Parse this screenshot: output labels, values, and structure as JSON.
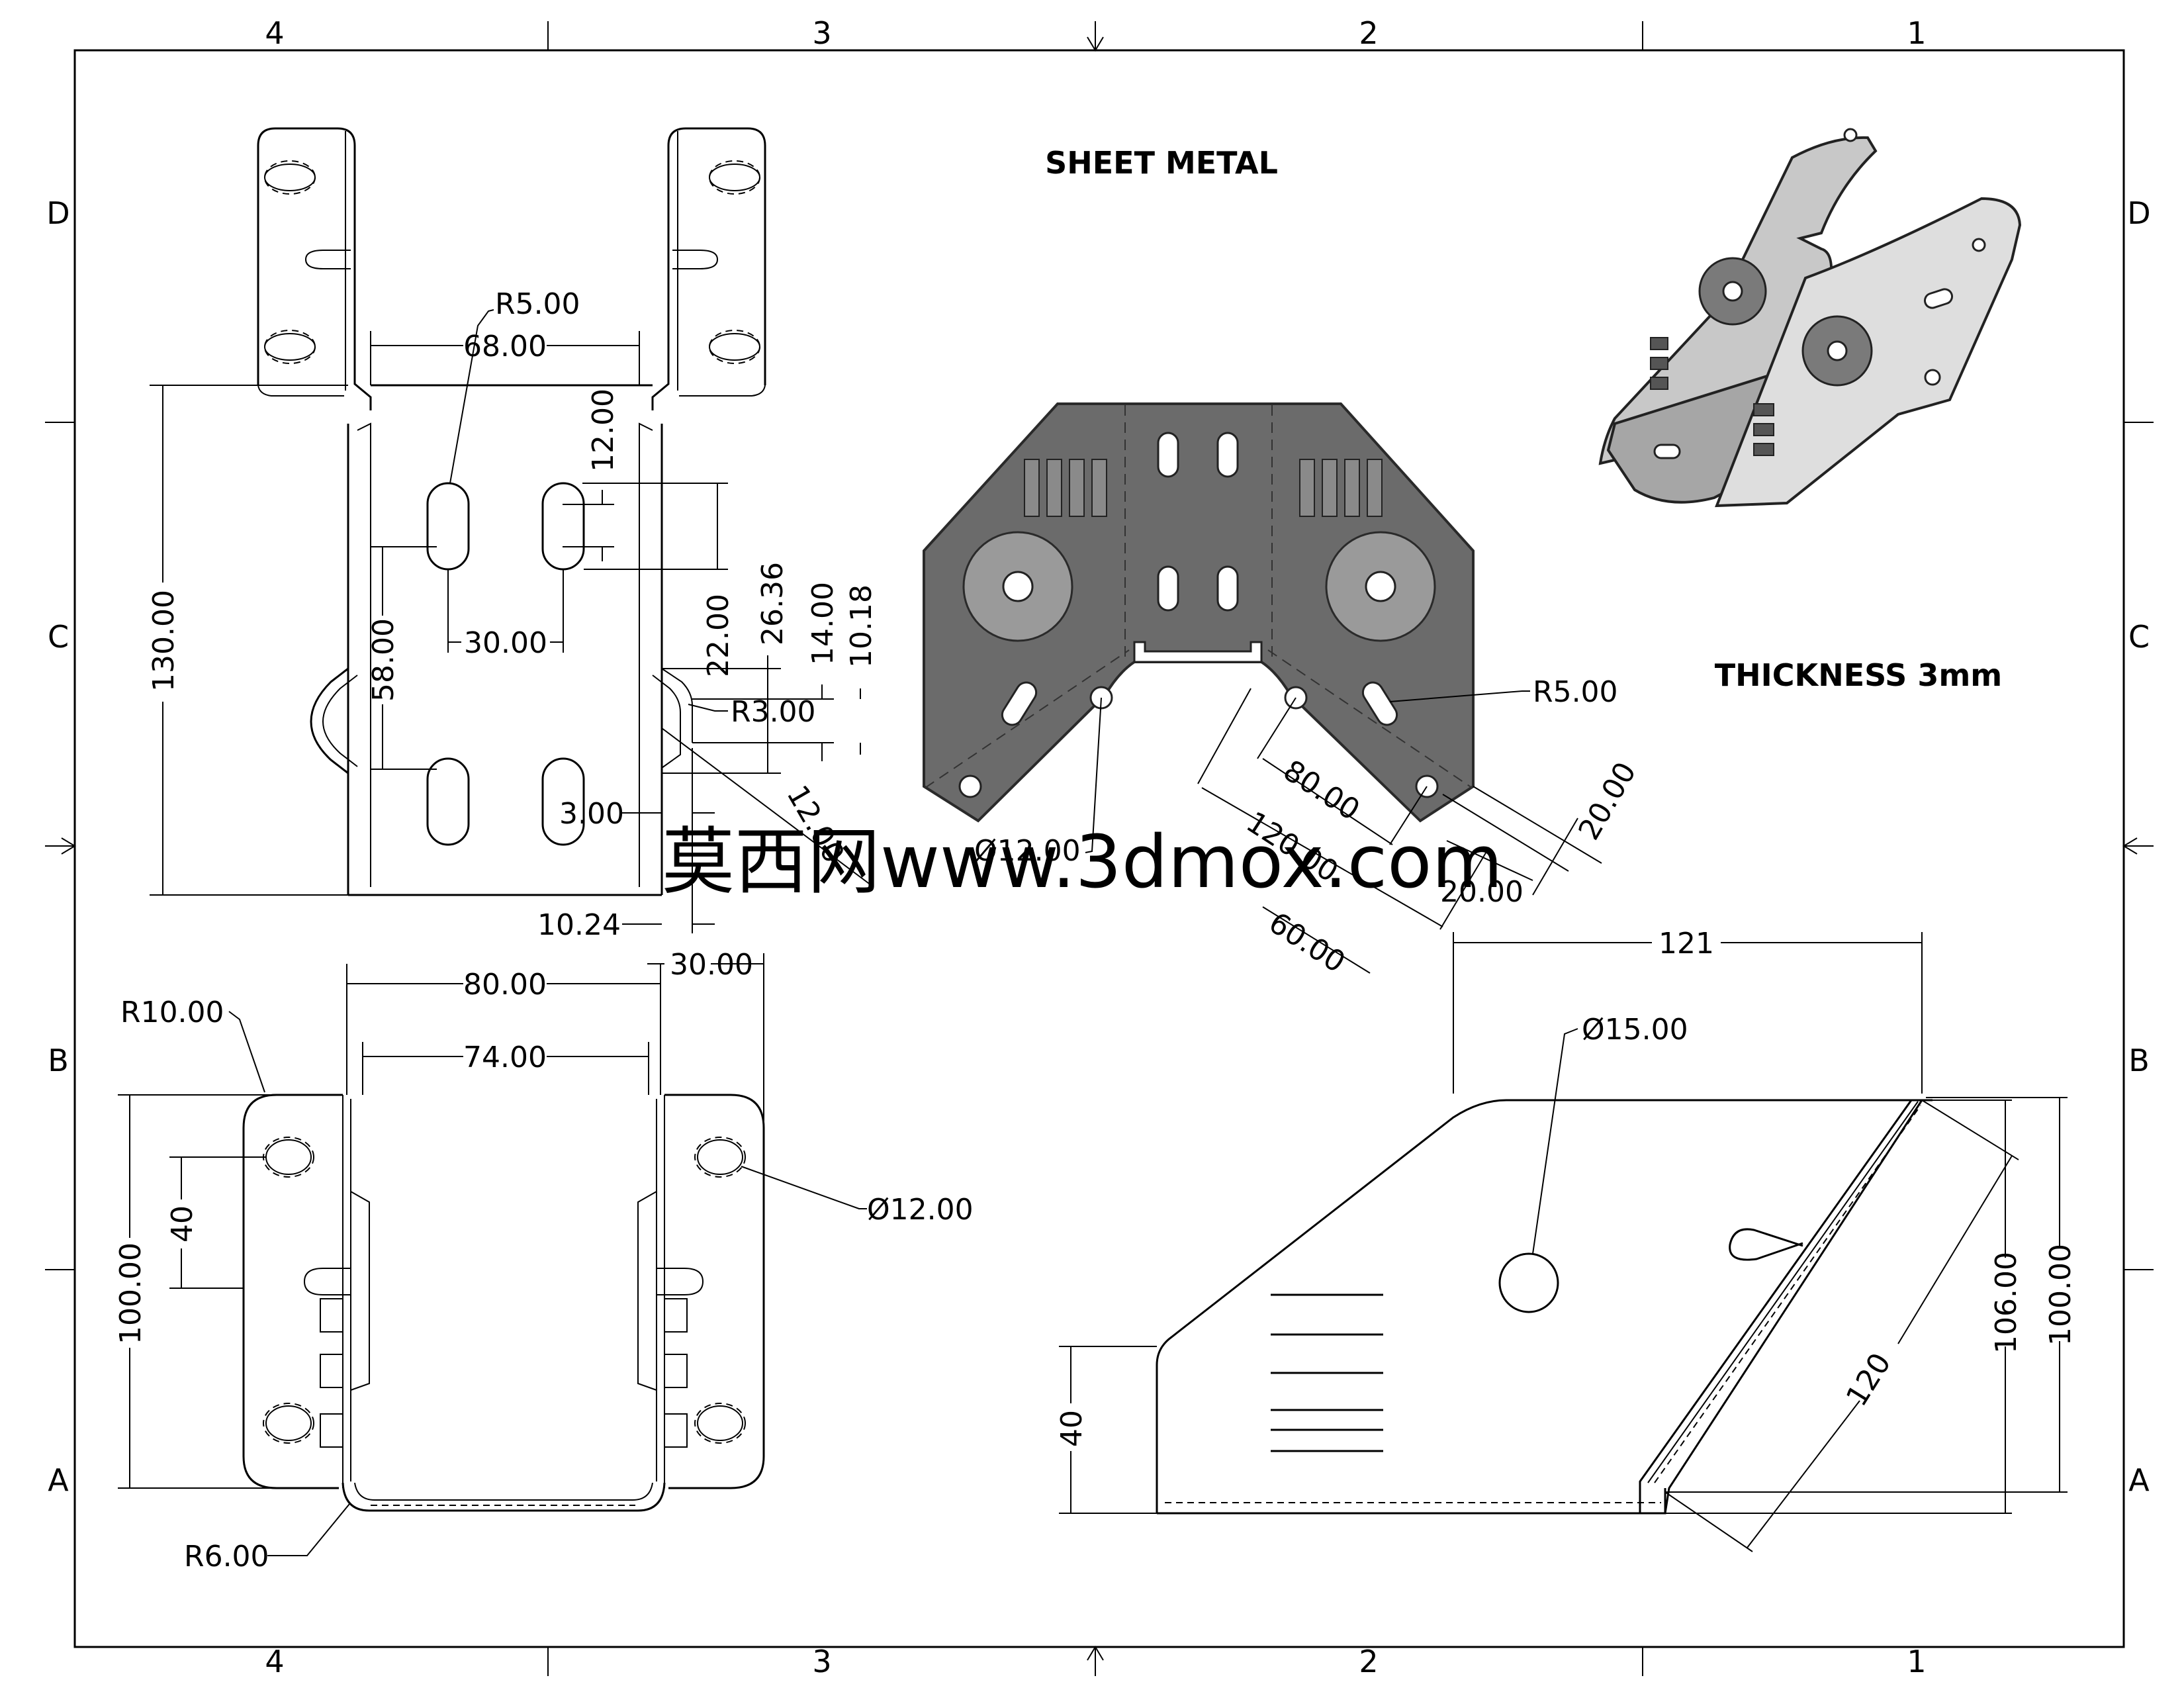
{
  "zones": {
    "columns_top": [
      "4",
      "3",
      "2",
      "1"
    ],
    "columns_bottom": [
      "4",
      "3",
      "2",
      "1"
    ],
    "rows_left": [
      "D",
      "C",
      "B",
      "A"
    ],
    "rows_right": [
      "D",
      "C",
      "B",
      "A"
    ]
  },
  "notes": {
    "title": "SHEET METAL",
    "thickness": "THICKNESS 3mm"
  },
  "watermark": "莫西网www.3dmox.com",
  "front_view": {
    "r500": "R5.00",
    "w6800": "68.00",
    "h13000": "130.00",
    "h5800": "58.00",
    "w3000": "30.00",
    "h1200": "12.00",
    "h2200": "22.00",
    "h2636": "26.36",
    "h1400": "14.00",
    "h1018": "10.18",
    "r300": "R3.00",
    "w300": "3.00",
    "a1200": "12.00",
    "w1024": "10.24"
  },
  "flat_pattern": {
    "d1200": "Ø12.00",
    "r500": "R5.00",
    "l8000": "80.00",
    "l12000": "120.00",
    "l6000": "60.00",
    "l2000a": "20.00",
    "l2000b": "20.00"
  },
  "top_view": {
    "r1000": "R10.00",
    "w8000": "80.00",
    "w7400": "74.00",
    "w3000": "30.00",
    "h10000": "100.00",
    "h40": "40",
    "d1200": "Ø12.00",
    "r600": "R6.00"
  },
  "side_view": {
    "w121": "121",
    "d1500": "Ø15.00",
    "h10600": "106.00",
    "h10000": "100.00",
    "h40": "40",
    "l120": "120"
  }
}
